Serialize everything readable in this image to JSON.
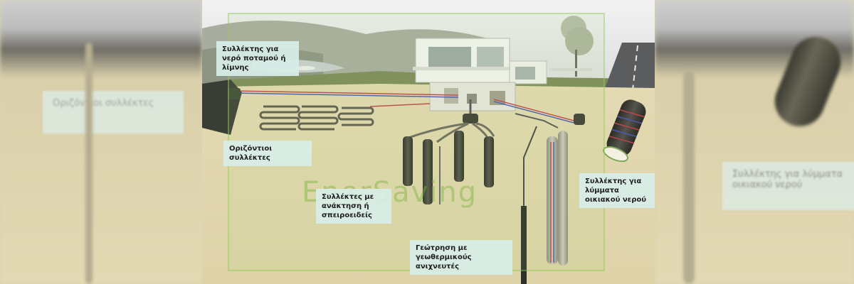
{
  "labels": {
    "collector_river": "Συλλέκτης για νερό ποταμού ή λίμνης",
    "horizontal": "Οριζόντιοι συλλέκτες",
    "spiral": "Συλλέκτες με ανάκτηση ή σπειροειδείς",
    "wastewater": "Συλλέκτης για λύμματα οικιακού νερού",
    "borehole": "Γεώτρηση με γεωθερμικούς ανιχνευτές"
  },
  "watermark": "EnerSaving",
  "colors": {
    "soil": "#e2d8b0",
    "grass": "#7c8a5a",
    "watermark": "#8cc45a",
    "label_bg": "#d8eee8"
  }
}
